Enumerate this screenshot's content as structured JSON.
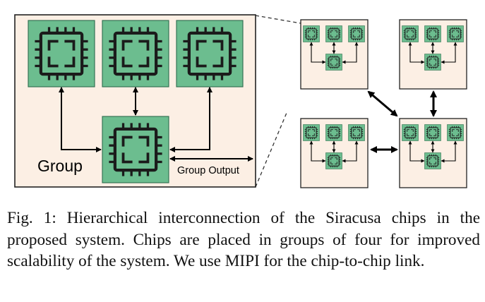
{
  "figure": {
    "group_label": "Group",
    "output_label": "Group Output",
    "colors": {
      "group_background": "#fcefe4",
      "chip_fill": "#6cbd8f",
      "chip_border": "#2f6e4f",
      "chip_die": "#dcefe2",
      "chip_pattern": "#1b1b1b",
      "line": "#000000"
    },
    "icons": [
      "chip-icon",
      "double-arrow-icon"
    ]
  },
  "caption": {
    "text": "Fig. 1: Hierarchical interconnection of the Siracusa chips in the proposed system. Chips are placed in groups of four for improved scalability of the system. We use MIPI for the chip-to-chip link."
  }
}
